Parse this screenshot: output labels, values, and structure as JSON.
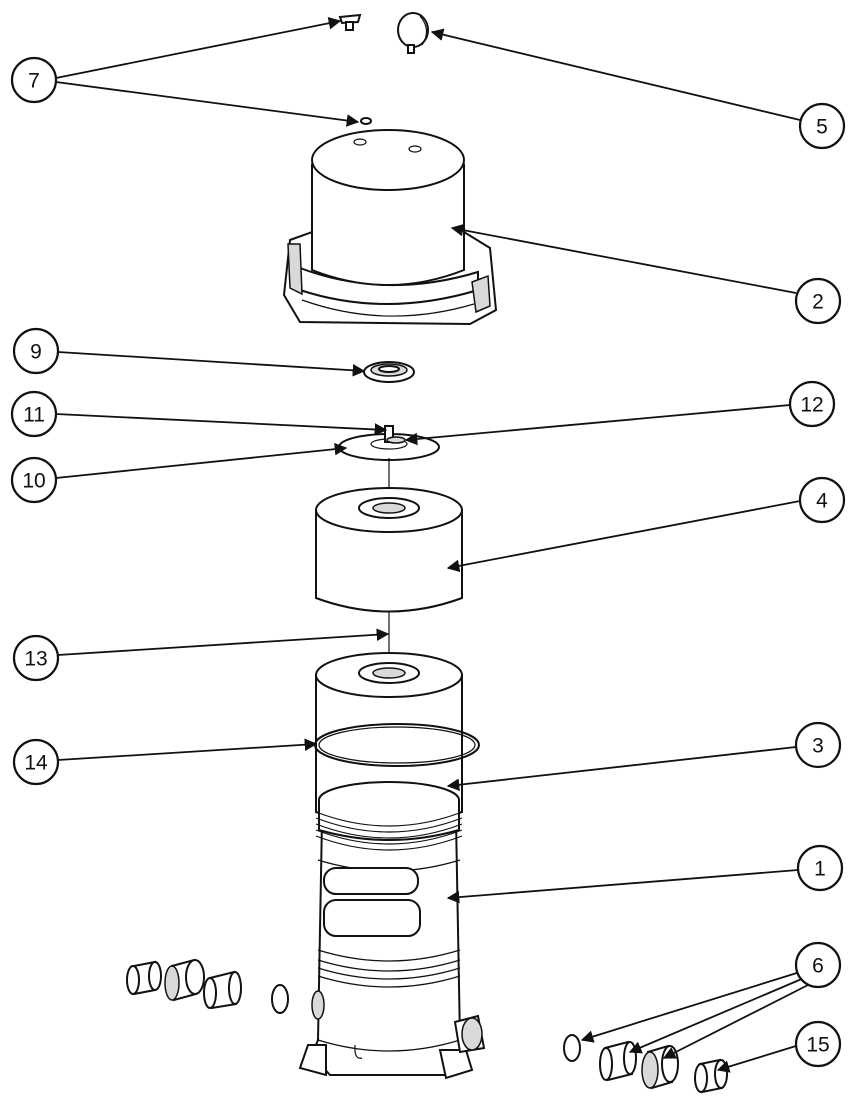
{
  "callouts": [
    {
      "id": "7",
      "label": "7"
    },
    {
      "id": "5",
      "label": "5"
    },
    {
      "id": "2",
      "label": "2"
    },
    {
      "id": "9",
      "label": "9"
    },
    {
      "id": "11",
      "label": "11"
    },
    {
      "id": "12",
      "label": "12"
    },
    {
      "id": "10",
      "label": "10"
    },
    {
      "id": "4",
      "label": "4"
    },
    {
      "id": "13",
      "label": "13"
    },
    {
      "id": "14",
      "label": "14"
    },
    {
      "id": "3",
      "label": "3"
    },
    {
      "id": "1",
      "label": "1"
    },
    {
      "id": "6",
      "label": "6"
    },
    {
      "id": "15",
      "label": "15"
    }
  ],
  "colors": {
    "line": "#111111",
    "background": "#ffffff",
    "shade": "#d9d9d9"
  }
}
